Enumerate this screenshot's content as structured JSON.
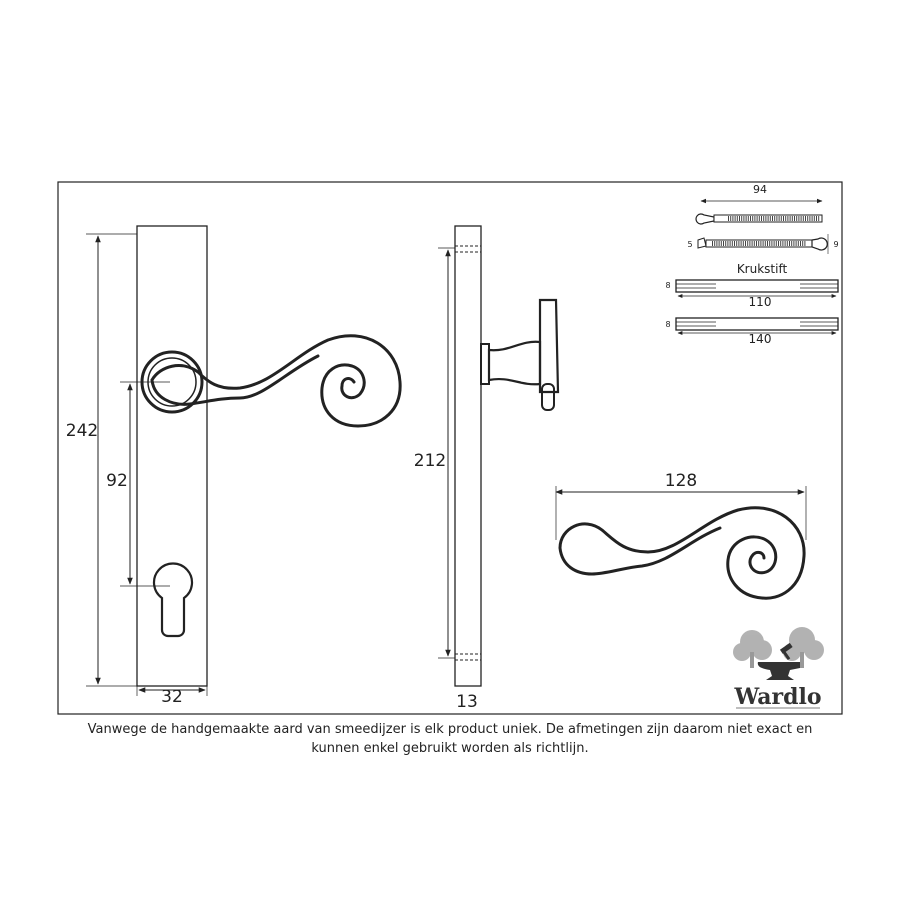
{
  "dimensions": {
    "plate_height": "242",
    "center_distance": "92",
    "plate_width": "32",
    "side_height": "212",
    "side_depth": "13",
    "lever_length": "128"
  },
  "spindle": {
    "title": "Krukstift",
    "spindle_length": "94",
    "diameter_left": "5",
    "diameter_right": "9",
    "width_a": "8",
    "length_a": "110",
    "width_b": "8",
    "length_b": "140"
  },
  "logo": {
    "text": "Wardlo"
  },
  "footer": {
    "line1": "Vanwege de handgemaakte aard van smeedijzer is elk product uniek. De afmetingen zijn daarom niet exact en",
    "line2": "kunnen enkel gebruikt worden als richtlijn."
  }
}
